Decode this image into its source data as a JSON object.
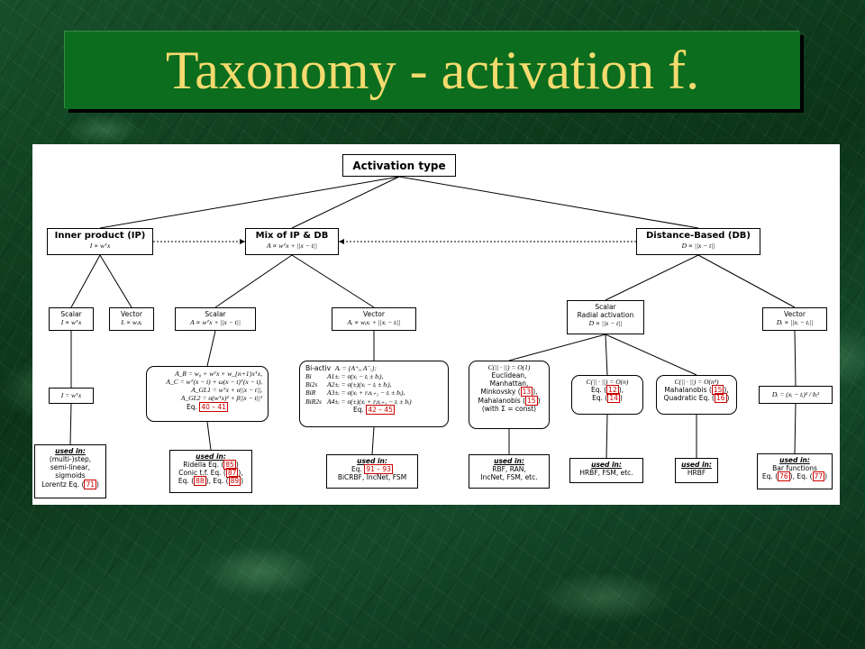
{
  "slide": {
    "title": "Taxonomy - activation f."
  },
  "diagram": {
    "root": "Activation type",
    "ip": {
      "title": "Inner product (IP)",
      "formula": "I ∝ wᵀx"
    },
    "mix": {
      "title": "Mix of IP & DB",
      "formula": "A ∝ wᵀx + ||x − t||"
    },
    "db": {
      "title": "Distance-Based (DB)",
      "formula": "D ∝ ||x − t||"
    },
    "ip_scalar": {
      "label": "Scalar",
      "formula": "I ∝ wᵀx"
    },
    "ip_vector": {
      "label": "Vector",
      "formula": "Iᵢ ∝ wᵢxᵢ"
    },
    "mix_scalar": {
      "label": "Scalar",
      "formula": "A ∝ wᵀx + ||x − t||"
    },
    "mix_vector": {
      "label": "Vector",
      "formula": "Aᵢ ∝ wᵢxᵢ + ||xᵢ − tᵢ||"
    },
    "db_scalar": {
      "label": "Scalar",
      "label2": "Radial activation",
      "formula": "D ∝ ||x − t||"
    },
    "db_vector": {
      "label": "Vector",
      "formula": "Dᵢ ∝ ||xᵢ − tᵢ||"
    },
    "ip_leaf": {
      "formula": "I = wᵀx"
    },
    "mix_scalar_detail": {
      "lines": [
        "A_R = w₀ + wᵀx + w_{n+1}xᵀx,",
        "A_C = wᵀ(x − t) + ω(x − t)ᵀ(x − t),",
        "A_GL1 = wᵀx + α||x − t||,",
        "A_GL2 = α(wᵀx)² + β||x − t||²"
      ],
      "eq_prefix": "Eq.",
      "eq_ref": "40 – 41"
    },
    "mix_vector_detail": {
      "head": "Bi-activ",
      "head_formula": "Aᵢ = {A⁺ᵢ, A⁻ᵢ}:",
      "rows": [
        {
          "k": "Bi",
          "v": "A1±ᵢ = σ(xᵢ − tᵢ ± bᵢ),"
        },
        {
          "k": "Bi2s",
          "v": "A2±ᵢ = σ(±)(xᵢ − tᵢ ± bᵢ),"
        },
        {
          "k": "BiR",
          "v": "A3±ᵢ = σ(xᵢ + rᵢxᵢ₊₁ − tᵢ ± bᵢ),"
        },
        {
          "k": "BiR2s",
          "v": "A4±ᵢ = σ(±)(xᵢ + rᵢxᵢ₊₁ − tᵢ ± bᵢ)"
        }
      ],
      "eq_prefix": "Eq.",
      "eq_ref": "42 – 45"
    },
    "db_euclid": {
      "complexity": "C(|| · ||) = O(1)",
      "lines": [
        "Euclidean,",
        "Manhattan,",
        "Minkovsky"
      ],
      "ref1": "13",
      "line4": "Mahalanobis",
      "ref2": "15",
      "line5": "(with Σ = const)"
    },
    "db_on": {
      "complexity": "C(|| · ||) = O(n)",
      "eq_prefix": "Eq.",
      "ref1": "12",
      "ref2": "14"
    },
    "db_on2": {
      "complexity": "C(|| · ||) = O(n²)",
      "line1": "Mahalanobis",
      "ref1": "15",
      "line2": "Quadratic Eq.",
      "ref2": "16"
    },
    "db_vector_leaf": {
      "formula": "Dᵢ = (xᵢ − tᵢ)² / bᵢ²"
    },
    "used_in_label": "used in:",
    "used": {
      "ip": {
        "lines": [
          "(multi-)step,",
          "semi-linear,",
          "sigmoids"
        ],
        "last_prefix": "Lorentz Eq.",
        "ref": "71"
      },
      "mix_scalar": {
        "l1": "Ridella Eq.",
        "r1": "85",
        "l2": "Conic t.f. Eq.",
        "r2": "87",
        "l3": "Eq.",
        "r3": "88",
        "l3b": "Eq.",
        "r3b": "89"
      },
      "mix_vector": {
        "l1": "Eq.",
        "r1": "91 – 93",
        "l2": "BiCRBF, IncNet, FSM"
      },
      "euclid": {
        "lines": [
          "RBF, RAN,",
          "IncNet, FSM, etc."
        ]
      },
      "on": {
        "lines": [
          "HRBF, FSM, etc."
        ]
      },
      "on2": {
        "lines": [
          "HRBF"
        ]
      },
      "vector": {
        "l1": "Bar functions",
        "l2": "Eq.",
        "r1": "76",
        "l3": "Eq.",
        "r2": "77"
      }
    }
  }
}
